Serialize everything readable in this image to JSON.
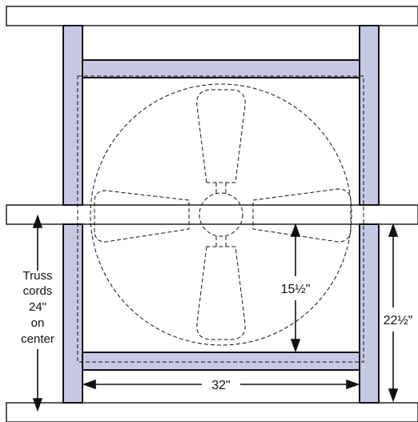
{
  "diagram": {
    "colors": {
      "background": "#ffffff",
      "stroke": "#111111",
      "blocking_fill": "#c9c8e4"
    },
    "labels": {
      "truss_note_line1": "Truss",
      "truss_note_line2": "cords",
      "truss_note_line3": "24\"",
      "truss_note_line4": "on",
      "truss_note_line5": "center",
      "fan_clearance": "15½\"",
      "bay_height": "22½\"",
      "bay_width": "32\""
    }
  }
}
